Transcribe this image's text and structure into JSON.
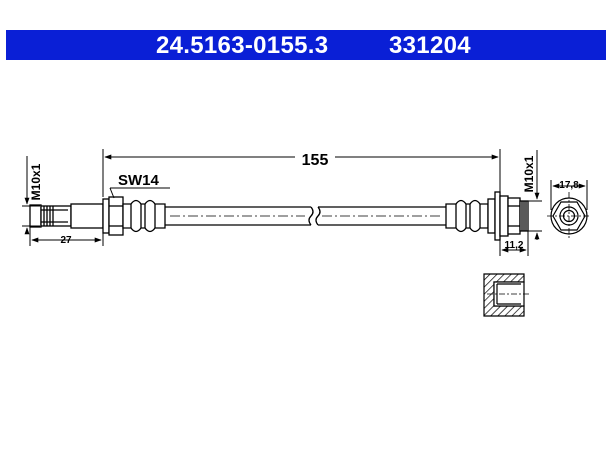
{
  "title": {
    "part_number": "24.5163-0155.3",
    "reference": "331204"
  },
  "colors": {
    "title_bar": "#0a1fd6",
    "title_text": "#ffffff",
    "line": "#000000"
  },
  "dimensions": {
    "length": "155",
    "wrench_size": "SW14",
    "left_thread": "M10x1",
    "left_fitting_length": "27",
    "right_thread": "M10x1",
    "right_offset": "11,2",
    "end_diameter": "17,8"
  }
}
